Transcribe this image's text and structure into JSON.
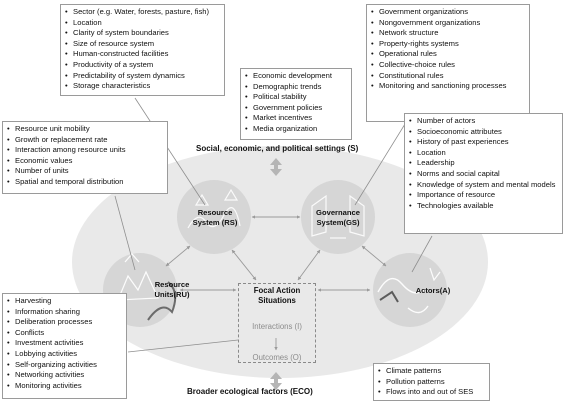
{
  "resource_system": {
    "label": "Resource System (RS)",
    "items": [
      "Sector (e.g. Water, forests, pasture, fish)",
      "Location",
      "Clarity of system boundaries",
      "Size of resource system",
      "Human-constructed facilities",
      "Productivity of a system",
      "Predictability of system dynamics",
      "Storage characteristics"
    ]
  },
  "governance_system": {
    "label": "Governance System(GS)",
    "items": [
      "Government organizations",
      "Nongovernment organizations",
      "Network structure",
      "Property-rights systems",
      "Operational rules",
      "Collective-choice rules",
      "Constitutional rules",
      "Monitoring and sanctioning processes"
    ]
  },
  "social_settings": {
    "label": "Social, economic, and political settings (S)",
    "items": [
      "Economic development",
      "Demographic trends",
      "Political stability",
      "Government policies",
      "Market incentives",
      "Media organization"
    ]
  },
  "resource_units": {
    "label": "Resource Units(RU)",
    "items": [
      "Resource unit mobility",
      "Growth or replacement rate",
      "Interaction among resource units",
      "Economic values",
      "Number of units",
      "Spatial and temporal distribution"
    ]
  },
  "actors": {
    "label": "Actors(A)",
    "items": [
      "Number of actors",
      "Socioeconomic attributes",
      "History of past experiences",
      "Location",
      "Leadership",
      "Norms and social capital",
      "Knowledge of system and mental models",
      "Importance of resource",
      "Technologies available"
    ]
  },
  "focal_action": {
    "title": "Focal Action Situations",
    "interactions": "Interactions (I)",
    "outcomes": "Outcomes (O)",
    "items": [
      "Harvesting",
      "Information sharing",
      "Deliberation processes",
      "Conflicts",
      "Investment activities",
      "Lobbying activities",
      "Self-organizing activities",
      "Networking activities",
      "Monitoring activities"
    ]
  },
  "ecological": {
    "label": "Broader ecological factors (ECO)",
    "items": [
      "Climate patterns",
      "Pollution patterns",
      "Flows into and out of SES"
    ]
  },
  "colors": {
    "ellipse": "#e9e9e9",
    "node": "#d6d6d6",
    "leader": "#8e8e8e",
    "box_border": "#9a9a9a"
  }
}
